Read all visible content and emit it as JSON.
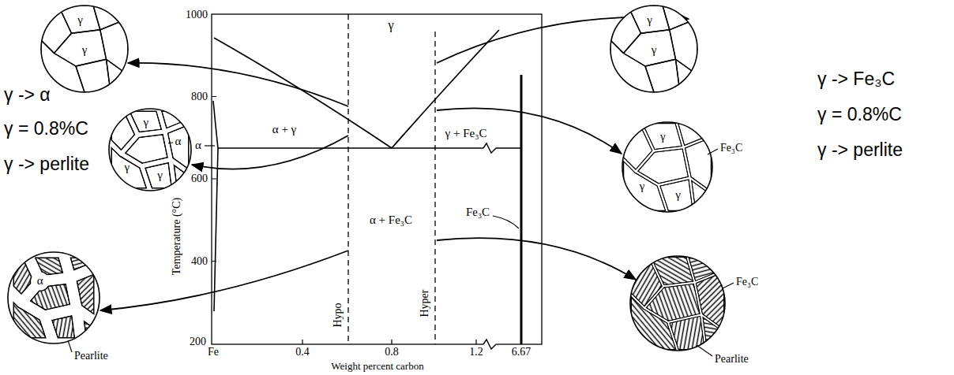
{
  "diagram": {
    "nodes": [
      {
        "text": [
          "γ",
          "γ"
        ]
      },
      {
        "text": [
          "γ",
          "α",
          "γ",
          "γ"
        ]
      },
      {
        "text": [
          "α",
          "Pearlite"
        ]
      },
      {
        "text": [
          "γ",
          "γ"
        ]
      },
      {
        "text": [
          "Fe₃C",
          "γ",
          "γ",
          "γ"
        ]
      },
      {
        "text": [
          "Fe₃C",
          "Pearlite"
        ]
      }
    ],
    "labels": [
      "γ -> α",
      "γ = 0.8%C",
      "γ -> perlite",
      "1000",
      "800",
      "600",
      "400",
      "200",
      "Temperature (°C)",
      "γ",
      "α + γ",
      "α",
      "γ + Fe₃C",
      "α + Fe₃C",
      "Fe₃C",
      "Hypo",
      "Hyper",
      "Fe",
      "0.4",
      "0.8",
      "1.2",
      "6.67",
      "Weight percent carbon",
      "γ -> Fe₃C",
      "γ = 0.8%C",
      "γ -> perlite"
    ]
  }
}
